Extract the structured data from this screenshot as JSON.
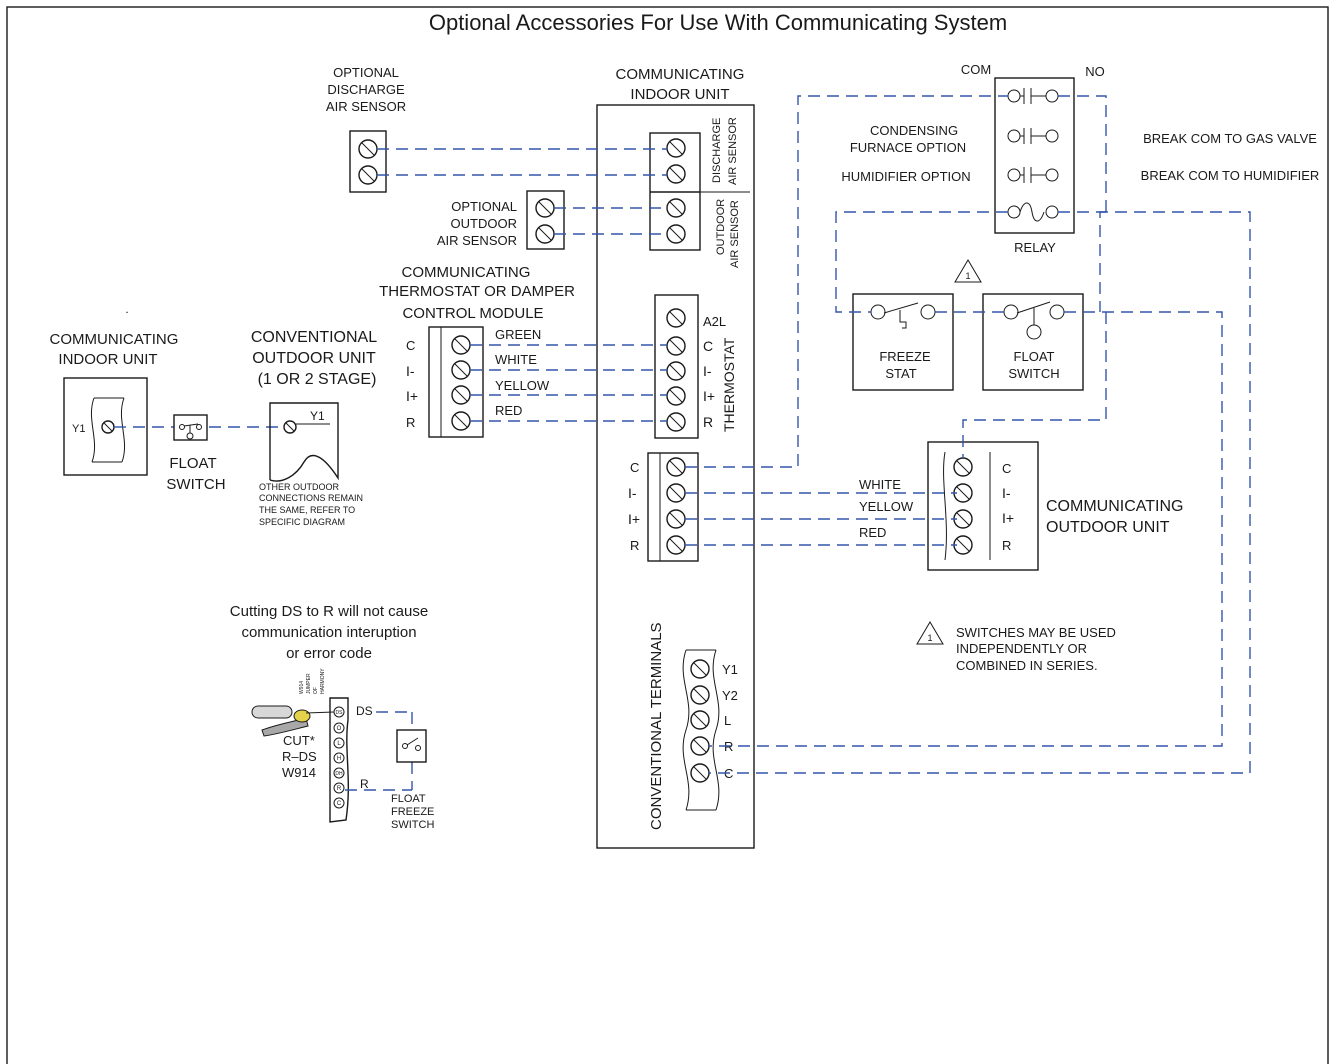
{
  "title": "Optional Accessories For Use With Communicating System",
  "discharge_sensor": {
    "line1": "OPTIONAL",
    "line2": "DISCHARGE",
    "line3": "AIR SENSOR"
  },
  "outdoor_sensor": {
    "line1": "OPTIONAL",
    "line2": "OUTDOOR",
    "line3": "AIR SENSOR"
  },
  "indoor_unit_main": {
    "line1": "COMMUNICATING",
    "line2": "INDOOR UNIT"
  },
  "side_labels": {
    "discharge1": "DISCHARGE",
    "discharge2": "AIR SENSOR",
    "outdoor1": "OUTDOOR",
    "outdoor2": "AIR SENSOR",
    "thermostat": "THERMOSTAT"
  },
  "thermostat_module": {
    "line1": "COMMUNICATING",
    "line2": "THERMOSTAT OR DAMPER",
    "line3": "CONTROL MODULE"
  },
  "thermostat_terminals": {
    "a2l": "A2L",
    "c": "C",
    "iminus": "I-",
    "iplus": "I+",
    "r": "R"
  },
  "module_terminals": {
    "c": "C",
    "iminus": "I-",
    "iplus": "I+",
    "r": "R"
  },
  "wire_colors_top": {
    "green": "GREEN",
    "white": "WHITE",
    "yellow": "YELLOW",
    "red": "RED"
  },
  "wire_colors_bottom": {
    "white": "WHITE",
    "yellow": "YELLOW",
    "red": "RED"
  },
  "lower_terminals": {
    "c": "C",
    "iminus": "I-",
    "iplus": "I+",
    "r": "R"
  },
  "relay": {
    "com": "COM",
    "no": "NO",
    "label": "RELAY"
  },
  "relay_options": {
    "condensing1": "CONDENSING",
    "condensing2": "FURNACE OPTION",
    "humidifier": "HUMIDIFIER OPTION",
    "gas_valve": "BREAK COM TO GAS VALVE",
    "humidifier_break": "BREAK COM TO HUMIDIFIER"
  },
  "freeze_stat": {
    "line1": "FREEZE",
    "line2": "STAT"
  },
  "float_switch_box": {
    "line1": "FLOAT",
    "line2": "SWITCH"
  },
  "triangle_num": "1",
  "comm_outdoor": {
    "line1": "COMMUNICATING",
    "line2": "OUTDOOR UNIT",
    "c": "C",
    "iminus": "I-",
    "iplus": "I+",
    "r": "R"
  },
  "note": {
    "line1": "SWITCHES MAY BE USED",
    "line2": "INDEPENDENTLY OR",
    "line3": "COMBINED IN SERIES."
  },
  "conventional_terminals": {
    "label": "CONVENTIONAL TERMINALS",
    "y1": "Y1",
    "y2": "Y2",
    "l": "L",
    "r": "R",
    "c": "C"
  },
  "left_indoor": {
    "dot": ".",
    "line1": "COMMUNICATING",
    "line2": "INDOOR UNIT",
    "y1": "Y1"
  },
  "left_float": {
    "line1": "FLOAT",
    "line2": "SWITCH"
  },
  "conv_outdoor": {
    "line1": "CONVENTIONAL",
    "line2": "OUTDOOR UNIT",
    "line3": "(1 OR 2 STAGE)",
    "y1": "Y1"
  },
  "other_outdoor": {
    "line1": "OTHER OUTDOOR",
    "line2": "CONNECTIONS REMAIN",
    "line3": "THE SAME, REFER TO",
    "line4": "SPECIFIC DIAGRAM"
  },
  "cutting_note": {
    "line1": "Cutting DS to R will not cause",
    "line2": "communication interuption",
    "line3": "or error code"
  },
  "board": {
    "ds": "DS",
    "r": "R",
    "cut": "CUT*",
    "rds": "R–DS",
    "w914": "W914",
    "brand1": "W914",
    "brand2": "JUMPER",
    "brand3": "OF",
    "brand4": "HARMONY",
    "pins": [
      "DS",
      "O",
      "L",
      "H",
      "DH",
      "R",
      "C"
    ]
  },
  "float_freeze": {
    "line1": "FLOAT",
    "line2": "FREEZE",
    "line3": "SWITCH"
  },
  "colors": {
    "wire": "#3355aa",
    "line": "#1a1a1a",
    "background": "#ffffff"
  }
}
